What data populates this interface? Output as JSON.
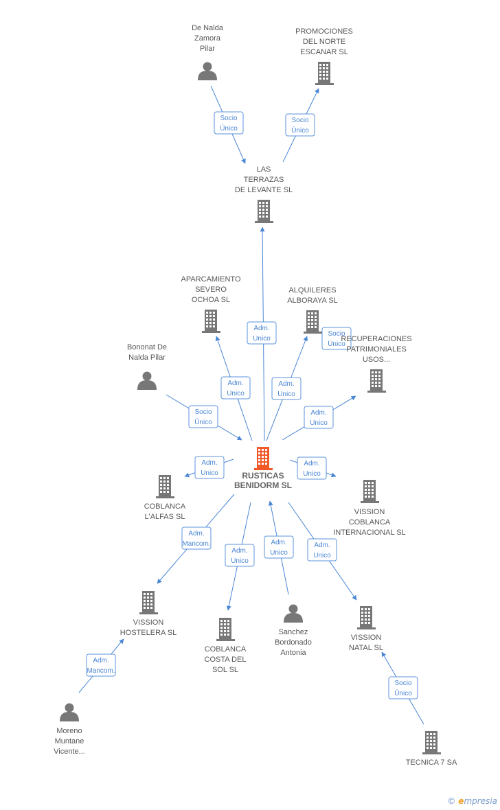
{
  "colors": {
    "edge": "#4a86d4",
    "node": "#777777",
    "center": "#f05a28"
  },
  "nodes": [
    {
      "id": "center",
      "kind": "company",
      "center": true,
      "label": [
        "RUSTICAS",
        "BENIDORM SL"
      ]
    },
    {
      "id": "de_nalda",
      "kind": "person",
      "label": [
        "De Nalda",
        "Zamora",
        "Pilar"
      ]
    },
    {
      "id": "promociones",
      "kind": "company",
      "label": [
        "PROMOCIONES",
        "DEL NORTE",
        "ESCANAR SL"
      ]
    },
    {
      "id": "terrazas",
      "kind": "company",
      "label": [
        "LAS",
        "TERRAZAS",
        "DE LEVANTE SL"
      ]
    },
    {
      "id": "aparcamiento",
      "kind": "company",
      "label": [
        "APARCAMIENTO",
        "SEVERO",
        "OCHOA  SL"
      ]
    },
    {
      "id": "alquileres",
      "kind": "company",
      "label": [
        "ALQUILERES",
        "ALBORAYA SL"
      ]
    },
    {
      "id": "recuperaciones",
      "kind": "company",
      "label": [
        "RECUPERACIONES",
        "PATRIMONIALES",
        "USOS..."
      ]
    },
    {
      "id": "bononat",
      "kind": "person",
      "label": [
        "Bononat De",
        "Nalda Pilar"
      ]
    },
    {
      "id": "coblanca_alfas",
      "kind": "company",
      "label": [
        "COBLANCA",
        "L'ALFAS  SL"
      ]
    },
    {
      "id": "vission_coblanca",
      "kind": "company",
      "label": [
        "VISSION",
        "COBLANCA",
        "INTERNACIONAL SL"
      ]
    },
    {
      "id": "vission_hostelera",
      "kind": "company",
      "label": [
        "VISSION",
        "HOSTELERA SL"
      ]
    },
    {
      "id": "coblanca_costa",
      "kind": "company",
      "label": [
        "COBLANCA",
        "COSTA DEL",
        "SOL  SL"
      ]
    },
    {
      "id": "sanchez",
      "kind": "person",
      "label": [
        "Sanchez",
        "Bordonado",
        "Antonia"
      ]
    },
    {
      "id": "vission_natal",
      "kind": "company",
      "label": [
        "VISSION",
        "NATAL SL"
      ]
    },
    {
      "id": "moreno",
      "kind": "person",
      "label": [
        "Moreno",
        "Muntane",
        "Vicente..."
      ]
    },
    {
      "id": "tecnica",
      "kind": "company",
      "label": [
        "TECNICA 7 SA"
      ]
    }
  ],
  "edges": [
    {
      "from": "de_nalda",
      "to": "terrazas",
      "label": [
        "Socio",
        "Único"
      ]
    },
    {
      "from": "terrazas",
      "to": "promociones",
      "label": [
        "Socio",
        "Único"
      ]
    },
    {
      "from": "center",
      "to": "terrazas",
      "label": [
        "Adm.",
        "Unico"
      ]
    },
    {
      "from": "center",
      "to": "aparcamiento",
      "label": [
        "Adm.",
        "Unico"
      ]
    },
    {
      "from": "center",
      "to": "alquileres",
      "label": [
        "Adm.",
        "Unico"
      ]
    },
    {
      "from": "alquileres",
      "to": "recuperaciones",
      "label": [
        "Socio",
        "Único"
      ]
    },
    {
      "from": "center",
      "to": "recuperaciones",
      "label": [
        "Adm.",
        "Unico"
      ]
    },
    {
      "from": "bononat",
      "to": "center",
      "label": [
        "Socio",
        "Único"
      ]
    },
    {
      "from": "center",
      "to": "coblanca_alfas",
      "label": [
        "Adm.",
        "Unico"
      ]
    },
    {
      "from": "center",
      "to": "vission_coblanca",
      "label": [
        "Adm.",
        "Unico"
      ]
    },
    {
      "from": "center",
      "to": "vission_hostelera",
      "label": [
        "Adm.",
        "Mancom."
      ]
    },
    {
      "from": "center",
      "to": "coblanca_costa",
      "label": [
        "Adm.",
        "Unico"
      ]
    },
    {
      "from": "sanchez",
      "to": "center",
      "label": [
        "Adm.",
        "Unico"
      ]
    },
    {
      "from": "center",
      "to": "vission_natal",
      "label": [
        "Adm.",
        "Unico"
      ]
    },
    {
      "from": "moreno",
      "to": "vission_hostelera",
      "label": [
        "Adm.",
        "Mancom."
      ]
    },
    {
      "from": "tecnica",
      "to": "vission_natal",
      "label": [
        "Socio",
        "Único"
      ]
    }
  ],
  "footer": {
    "copyright": "©",
    "brand_first": "e",
    "brand_rest": "mpresia"
  }
}
